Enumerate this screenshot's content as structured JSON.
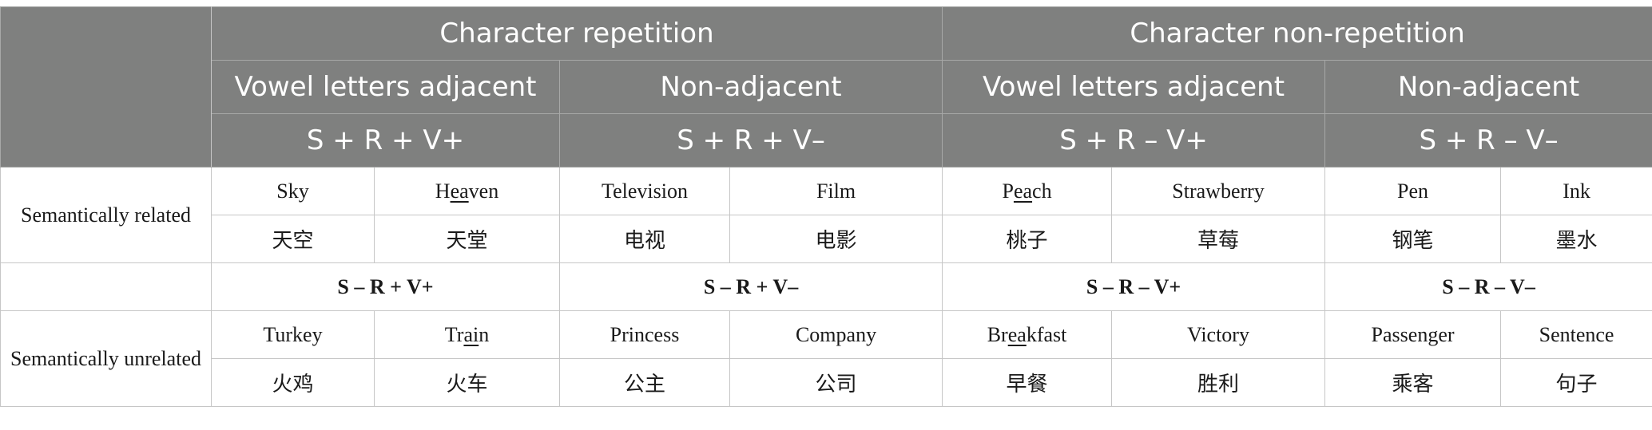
{
  "header": {
    "group_labels": [
      "Character repetition",
      "Character non-repetition"
    ],
    "subgroup_labels": [
      "Vowel letters adjacent",
      "Non-adjacent",
      "Vowel letters adjacent",
      "Non-adjacent"
    ],
    "condition_codes": [
      "S + R + V+",
      "S + R + V–",
      "S + R – V+",
      "S + R – V–"
    ]
  },
  "related": {
    "label": "Semantically related",
    "english": [
      {
        "pre": "",
        "u": "",
        "post": "Sky"
      },
      {
        "pre": "H",
        "u": "ea",
        "post": "ven"
      },
      {
        "pre": "",
        "u": "",
        "post": "Television"
      },
      {
        "pre": "",
        "u": "",
        "post": "Film"
      },
      {
        "pre": "P",
        "u": "ea",
        "post": "ch"
      },
      {
        "pre": "",
        "u": "",
        "post": "Strawberry"
      },
      {
        "pre": "",
        "u": "",
        "post": "Pen"
      },
      {
        "pre": "",
        "u": "",
        "post": "Ink"
      }
    ],
    "chinese": [
      "天空",
      "天堂",
      "电视",
      "电影",
      "桃子",
      "草莓",
      "钢笔",
      "墨水"
    ]
  },
  "unrelated_conditions": [
    "S – R + V+",
    "S – R + V–",
    "S – R – V+",
    "S – R – V–"
  ],
  "unrelated": {
    "label": "Semantically unrelated",
    "english": [
      {
        "pre": "",
        "u": "",
        "post": "Turkey"
      },
      {
        "pre": "Tr",
        "u": "ai",
        "post": "n"
      },
      {
        "pre": "",
        "u": "",
        "post": "Princess"
      },
      {
        "pre": "",
        "u": "",
        "post": "Company"
      },
      {
        "pre": "Br",
        "u": "ea",
        "post": "kfast"
      },
      {
        "pre": "",
        "u": "",
        "post": "Victory"
      },
      {
        "pre": "",
        "u": "",
        "post": "Passenger"
      },
      {
        "pre": "",
        "u": "",
        "post": "Sentence"
      }
    ],
    "chinese": [
      "火鸡",
      "火车",
      "公主",
      "公司",
      "早餐",
      "胜利",
      "乘客",
      "句子"
    ]
  }
}
